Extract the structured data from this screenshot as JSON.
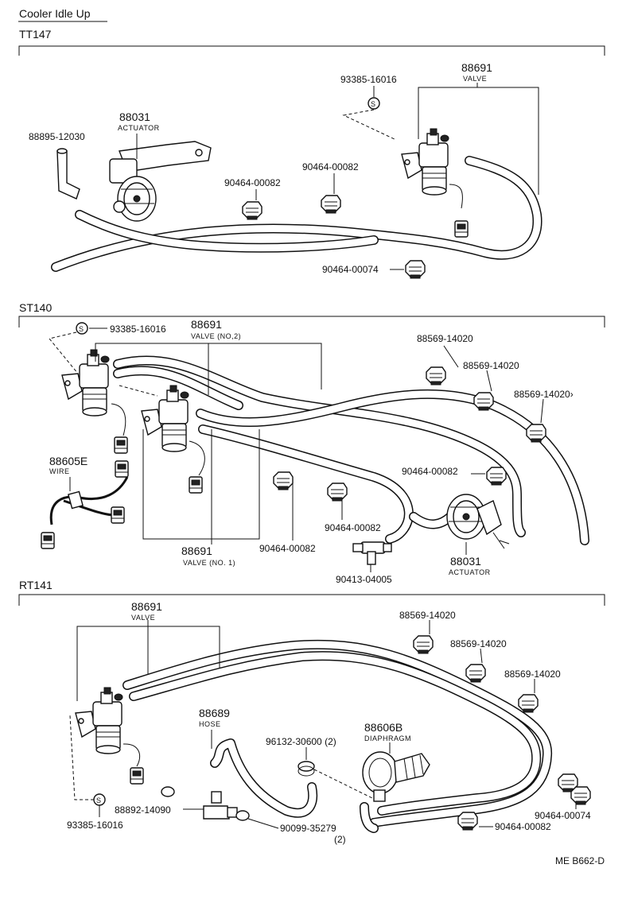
{
  "title": "Cooler Idle Up",
  "sections": {
    "tt147": {
      "name": "TT147",
      "labels": {
        "valve_pn": "88691",
        "valve_name": "VALVE",
        "screw_pn": "93385-16016",
        "actuator_pn": "88031",
        "actuator_name": "ACTUATOR",
        "elbow_pn": "88895-12030",
        "clip_a_pn": "90464-00082",
        "clip_b_pn": "90464-00082",
        "clip_c_pn": "90464-00074",
        "s_mark": "S"
      }
    },
    "st140": {
      "name": "ST140",
      "labels": {
        "screw_pn": "93385-16016",
        "s_mark": "S",
        "valve2_pn": "88691",
        "valve2_name": "VALVE (NO,2)",
        "clip1_pn": "88569-14020",
        "clip2_pn": "88569-14020",
        "clip3_pn": "88569-14020›",
        "wire_pn": "88605E",
        "wire_name": "WIRE",
        "clip4_pn": "90464-00082",
        "clip5_pn": "90464-00082",
        "clip6_pn": "90464-00082",
        "valve1_pn": "88691",
        "valve1_name": "VALVE (NO. 1)",
        "tee_pn": "90413-04005",
        "actuator_pn": "88031",
        "actuator_name": "ACTUATOR"
      }
    },
    "rt141": {
      "name": "RT141",
      "labels": {
        "valve_pn": "88691",
        "valve_name": "VALVE",
        "clip1_pn": "88569-14020",
        "clip2_pn": "88569-14020",
        "clip3_pn": "88569-14020",
        "hose_pn": "88689",
        "hose_name": "HOSE",
        "band_pn": "96132-30600 (2)",
        "diaphragm_pn": "88606B",
        "diaphragm_name": "DIAPHRAGM",
        "clip4_pn": "90464-00074",
        "fitting_pn": "88892-14090",
        "screw_pn": "93385-16016",
        "s_mark": "S",
        "clamp_pn": "90099-35279",
        "clamp_qty": "(2)",
        "clip5_pn": "90464-00082"
      }
    }
  },
  "figure_code": "ME B662-D"
}
